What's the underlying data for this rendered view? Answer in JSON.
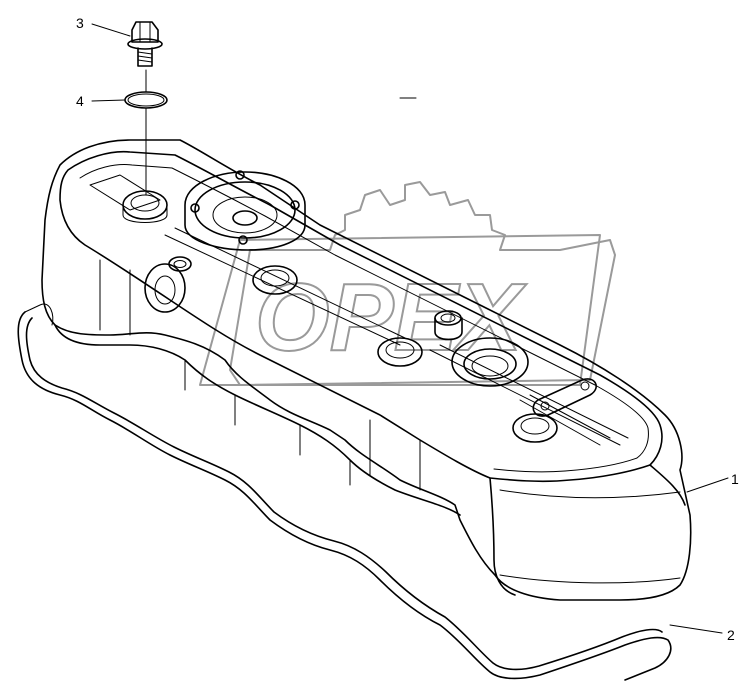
{
  "callouts": [
    {
      "id": "1",
      "label": "1"
    },
    {
      "id": "2",
      "label": "2"
    },
    {
      "id": "3",
      "label": "3"
    },
    {
      "id": "4",
      "label": "4"
    }
  ],
  "watermark": {
    "text": "OPEX"
  },
  "parts": [
    "valve-cover",
    "gasket",
    "bolt",
    "o-ring"
  ]
}
